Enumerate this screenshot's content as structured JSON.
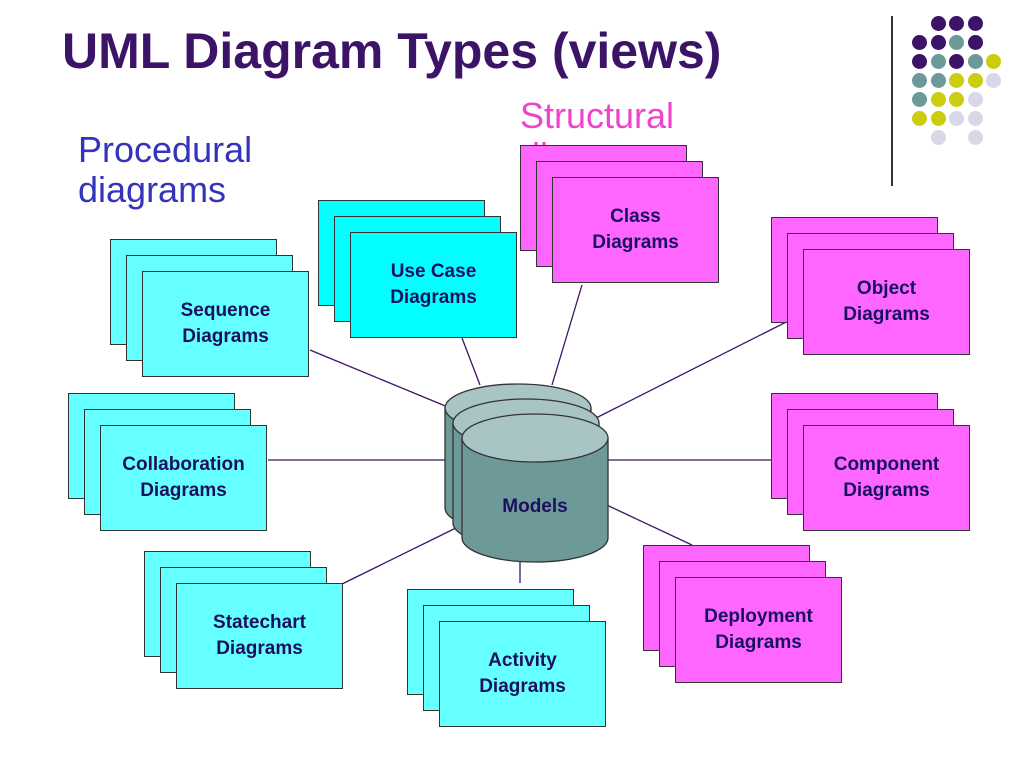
{
  "slide": {
    "title": "UML Diagram Types (views)",
    "procedural_heading": "Procedural\ndiagrams",
    "structural_heading": "Structural\ndiagrams"
  },
  "center": {
    "label": "Models"
  },
  "procedural_items": [
    {
      "label": "Sequence\nDiagrams"
    },
    {
      "label": "Use Case\nDiagrams"
    },
    {
      "label": "Collaboration\nDiagrams"
    },
    {
      "label": "Statechart\nDiagrams"
    },
    {
      "label": "Activity\nDiagrams"
    }
  ],
  "structural_items": [
    {
      "label": "Class\nDiagrams"
    },
    {
      "label": "Object\nDiagrams"
    },
    {
      "label": "Component\nDiagrams"
    },
    {
      "label": "Deployment\nDiagrams"
    }
  ],
  "colors": {
    "title": "#3b1468",
    "procedural_heading": "#3333bb",
    "structural_heading": "#ee44cc",
    "procedural_box": "#66ffff",
    "usecase_box": "#00ffff",
    "structural_box": "#ff66ff",
    "cylinder_body": "#6e9999",
    "cylinder_top": "#a8c4c4",
    "dot_purple": "#3b1468",
    "dot_teal": "#6e9999",
    "dot_yellow": "#cccc11",
    "dot_lavender": "#d8d8e8"
  }
}
